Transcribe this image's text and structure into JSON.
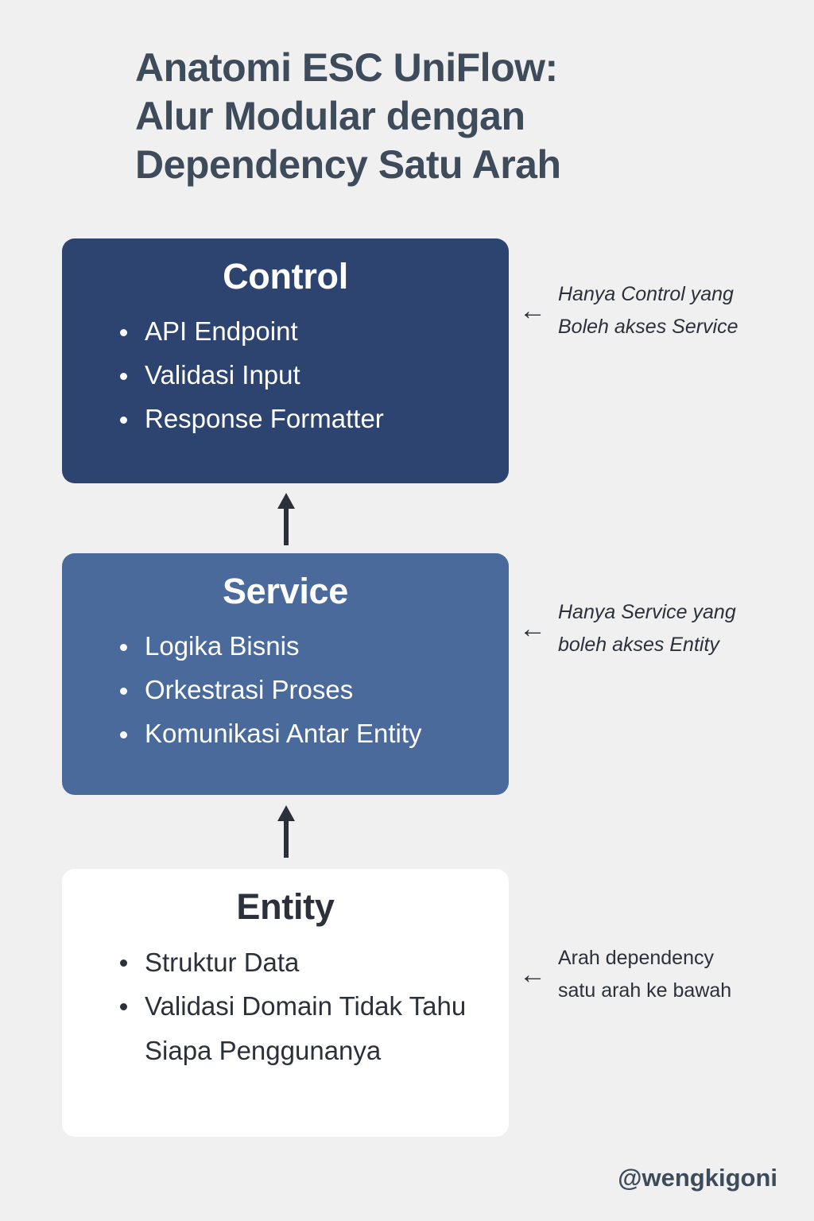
{
  "background_color": "#f0f0f0",
  "title": {
    "lines": [
      "Anatomi ESC UniFlow:",
      "Alur Modular dengan",
      "Dependency Satu Arah"
    ],
    "color": "#3e4b5b"
  },
  "layers": [
    {
      "key": "control",
      "heading": "Control",
      "fill": "#2d4470",
      "text_color": "#ffffff",
      "bullets": [
        "API Endpoint",
        "Validasi Input",
        "Response Formatter"
      ]
    },
    {
      "key": "service",
      "heading": "Service",
      "fill": "#4a6a9c",
      "text_color": "#ffffff",
      "bullets": [
        "Logika Bisnis",
        "Orkestrasi Proses",
        "Komunikasi Antar Entity"
      ]
    },
    {
      "key": "entity",
      "heading": "Entity",
      "fill": "#ffffff",
      "text_color": "#2b303b",
      "bullets": [
        "Struktur Data",
        "Validasi Domain Tidak Tahu Siapa Penggunanya"
      ]
    }
  ],
  "connectors": [
    {
      "key": "entity-to-service",
      "direction": "up",
      "from": "Entity",
      "to": "Service"
    },
    {
      "key": "service-to-control",
      "direction": "up",
      "from": "Service",
      "to": "Control"
    }
  ],
  "notes": [
    {
      "key": "control",
      "arrow": "←",
      "italic": true,
      "text": "Hanya Control yang Boleh akses Service"
    },
    {
      "key": "service",
      "arrow": "←",
      "italic": true,
      "text": "Hanya Service yang boleh akses Entity"
    },
    {
      "key": "entity",
      "arrow": "←",
      "italic": false,
      "text": "Arah dependency satu arah ke bawah"
    }
  ],
  "watermark": "@wengkigoni"
}
